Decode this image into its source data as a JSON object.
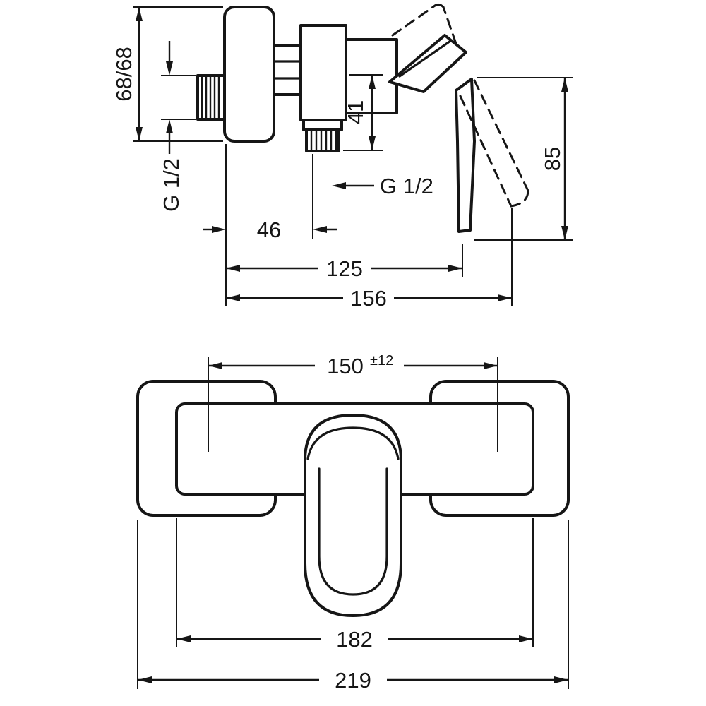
{
  "colors": {
    "background": "#ffffff",
    "line": "#161616"
  },
  "views": {
    "side_view": {
      "dimensions": {
        "plate_height": "68/68",
        "inlet_thread": "G 1/2",
        "outlet_drop": "41",
        "outlet_thread": "G 1/2",
        "depth_to_outlet_axis": "46",
        "depth_to_handle": "125",
        "total_depth": "156",
        "handle_length": "85"
      }
    },
    "front_view": {
      "dimensions": {
        "connection_distance": "150",
        "connection_tolerance": "±12",
        "body_width": "182",
        "total_width": "219"
      }
    }
  }
}
